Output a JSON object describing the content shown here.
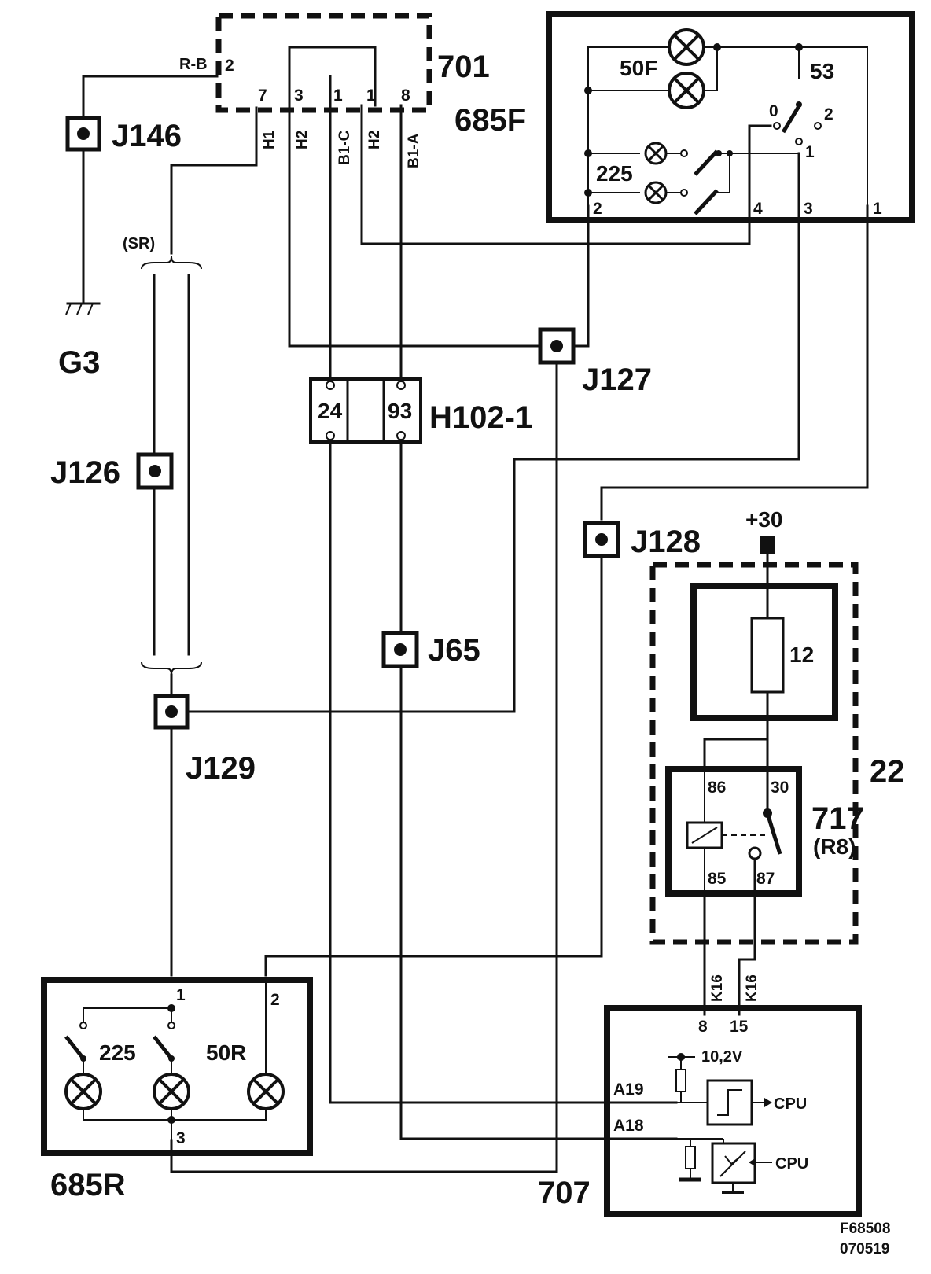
{
  "ground": {
    "label": "G3"
  },
  "wire_color": "R-B",
  "shield_label": "(SR)",
  "connectors": {
    "J146": "J146",
    "J126": "J126",
    "J129": "J129",
    "J127": "J127",
    "J128": "J128",
    "J65": "J65"
  },
  "c701": {
    "label": "701",
    "pins": [
      "2",
      "7",
      "3",
      "1",
      "1",
      "8"
    ],
    "wires": [
      "H1",
      "H2",
      "B1-C",
      "H2",
      "B1-A"
    ]
  },
  "front_lamp": {
    "label": "685F",
    "lamp_50": "50F",
    "lamp_225": "225",
    "switch": "53",
    "switch_positions": [
      "0",
      "2",
      "1"
    ],
    "pins": [
      "2",
      "4",
      "3",
      "1"
    ]
  },
  "h102": {
    "label": "H102-1",
    "pins": [
      "24",
      "93"
    ]
  },
  "rear_lamp": {
    "label": "685R",
    "lamp_225": "225",
    "lamp_50": "50R",
    "pins": [
      "1",
      "2",
      "3"
    ]
  },
  "supply": {
    "label": "+30"
  },
  "fuse_box": {
    "label": "22",
    "fuse": "12"
  },
  "relay": {
    "label": "717",
    "sub": "(R8)",
    "pins": [
      "86",
      "30",
      "85",
      "87"
    ]
  },
  "module": {
    "label": "707",
    "wire_code": "K16",
    "pins": [
      "8",
      "15",
      "A19",
      "A18"
    ],
    "voltage": "10,2V",
    "cpu": "CPU"
  },
  "figure_code": [
    "F68508",
    "070519"
  ]
}
